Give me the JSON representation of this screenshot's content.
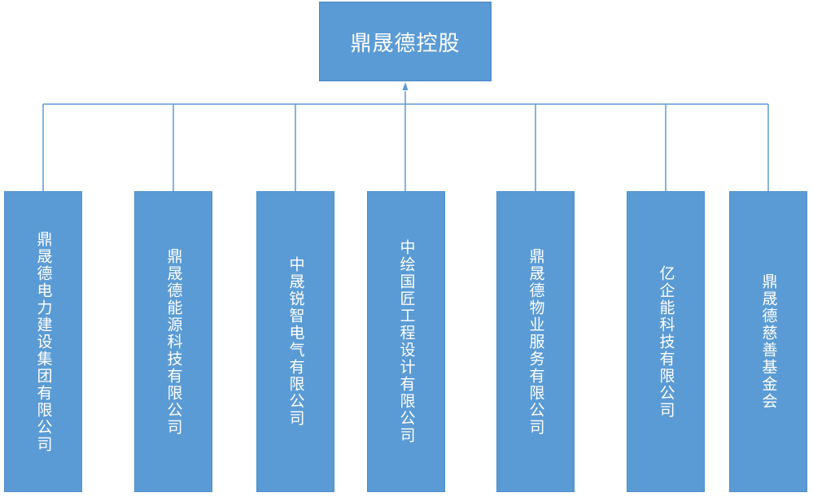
{
  "colors": {
    "box_fill": "#5b9bd5",
    "connector": "#5b9bd5",
    "text": "#ffffff"
  },
  "root": {
    "label": "鼎晟德控股"
  },
  "children": [
    {
      "label": "鼎晟德电力建设集团有限公司"
    },
    {
      "label": "鼎晟德能源科技有限公司"
    },
    {
      "label": "中晟锐智电气有限公司"
    },
    {
      "label": "中绘国匠工程设计有限公司"
    },
    {
      "label": "鼎晟德物业服务有限公司"
    },
    {
      "label": "亿企能科技有限公司"
    },
    {
      "label": "鼎晟德慈善基金会"
    }
  ]
}
